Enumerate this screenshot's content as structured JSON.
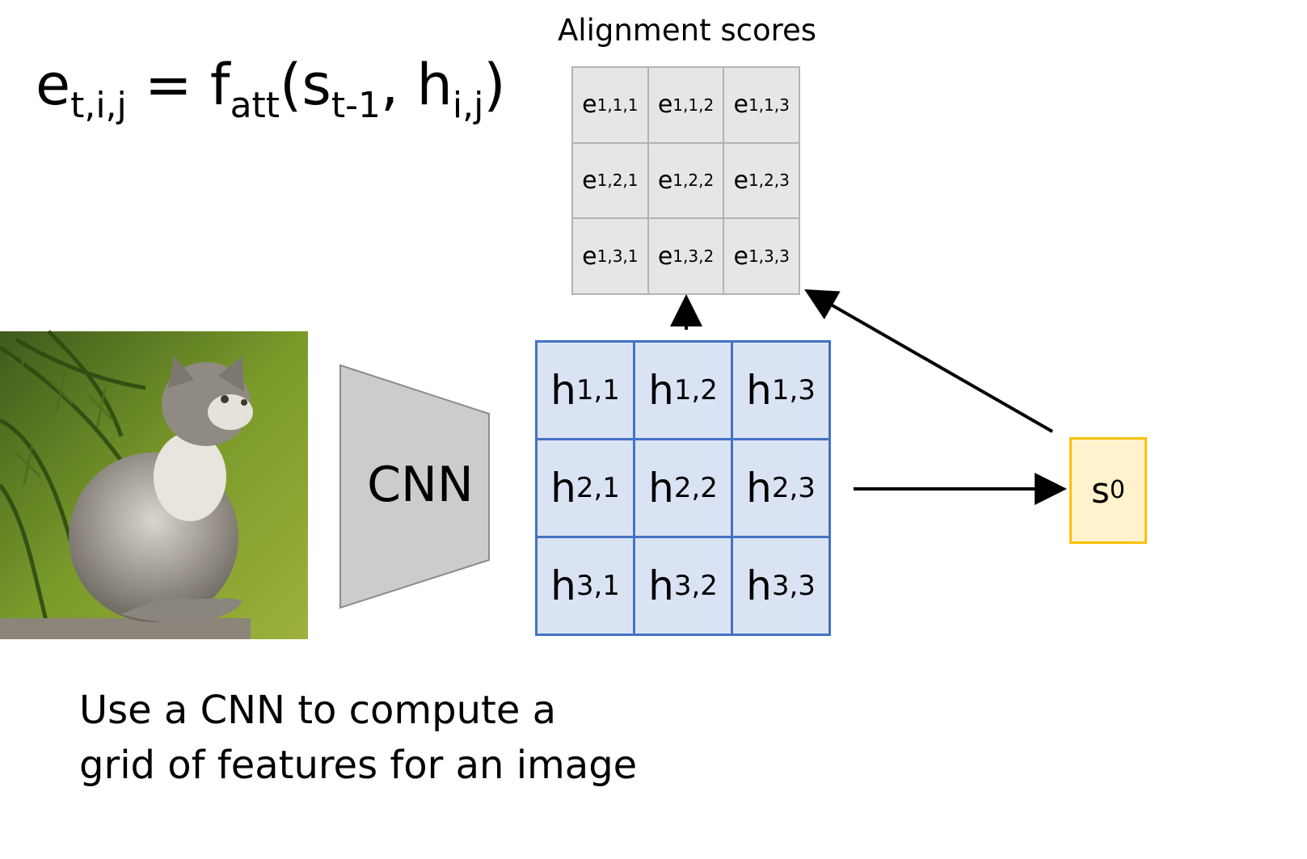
{
  "equation": {
    "e": "e",
    "e_sub": "t,i,j",
    "eq": " = ",
    "f": "f",
    "f_sub": "att",
    "open": "(",
    "s": "s",
    "s_sub": "t-1",
    "comma": ", ",
    "h": "h",
    "h_sub": "i,j",
    "close": ")"
  },
  "alignment_title": "Alignment scores",
  "scores": [
    {
      "base": "e",
      "sub": "1,1,1"
    },
    {
      "base": "e",
      "sub": "1,1,2"
    },
    {
      "base": "e",
      "sub": "1,1,3"
    },
    {
      "base": "e",
      "sub": "1,2,1"
    },
    {
      "base": "e",
      "sub": "1,2,2"
    },
    {
      "base": "e",
      "sub": "1,2,3"
    },
    {
      "base": "e",
      "sub": "1,3,1"
    },
    {
      "base": "e",
      "sub": "1,3,2"
    },
    {
      "base": "e",
      "sub": "1,3,3"
    }
  ],
  "features": [
    {
      "base": "h",
      "sub": "1,1"
    },
    {
      "base": "h",
      "sub": "1,2"
    },
    {
      "base": "h",
      "sub": "1,3"
    },
    {
      "base": "h",
      "sub": "2,1"
    },
    {
      "base": "h",
      "sub": "2,2"
    },
    {
      "base": "h",
      "sub": "2,3"
    },
    {
      "base": "h",
      "sub": "3,1"
    },
    {
      "base": "h",
      "sub": "3,2"
    },
    {
      "base": "h",
      "sub": "3,3"
    }
  ],
  "cnn_label": "CNN",
  "state": {
    "base": "s",
    "sub": "0"
  },
  "caption": [
    "Use a CNN to compute a",
    "grid of features for an image"
  ],
  "colors": {
    "feature_fill": "#dae3f3",
    "feature_border": "#4472c4",
    "score_fill": "#e6e6e6",
    "score_border": "#b3b3b3",
    "state_fill": "#fff2cc",
    "state_border": "#ffc000",
    "cnn_fill": "#cccccc"
  }
}
